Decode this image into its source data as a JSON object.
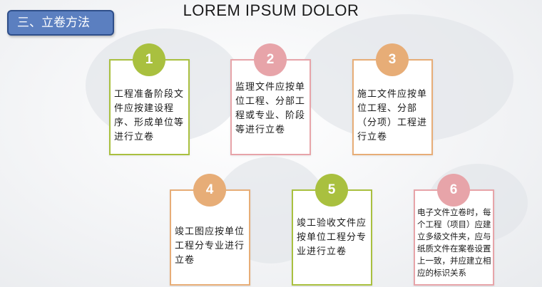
{
  "title": "LOREM IPSUM DOLOR",
  "section_tag": "三、立卷方法",
  "colors": {
    "green": "#a9c03f",
    "pink": "#e7a4a9",
    "orange": "#e7ad77",
    "tag_blue": "#5b7fc0"
  },
  "cards": [
    {
      "number": "1",
      "color": "green",
      "text": "工程准备阶段文件应按建设程序、形成单位等进行立卷"
    },
    {
      "number": "2",
      "color": "pink",
      "text": "监理文件应按单位工程、分部工程或专业、阶段等进行立卷"
    },
    {
      "number": "3",
      "color": "orange",
      "text": "施工文件应按单位工程、分部（分项）工程进行立卷"
    },
    {
      "number": "4",
      "color": "orange",
      "text": "竣工图应按单位工程分专业进行立卷"
    },
    {
      "number": "5",
      "color": "green",
      "text": "竣工验收文件应按单位工程分专业进行立卷"
    },
    {
      "number": "6",
      "color": "pink",
      "text": "电子文件立卷时，每个工程（项目）应建立多级文件夹，应与纸质文件在案卷设置上一致，并应建立相应的标识关系"
    }
  ]
}
